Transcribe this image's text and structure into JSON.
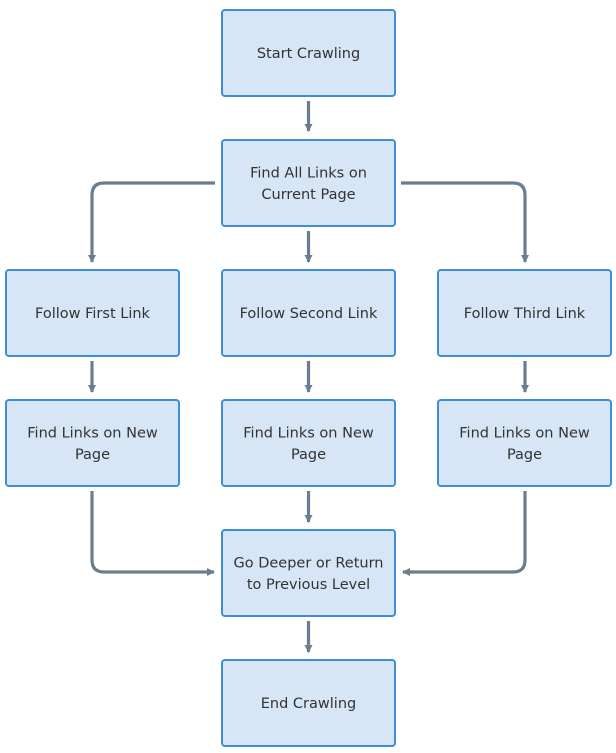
{
  "colors": {
    "box_fill": "#d6e6f6",
    "box_stroke": "#3e8fd6",
    "text": "#333333",
    "arrow": "#6a7e91"
  },
  "nodes": {
    "start": {
      "lines": [
        "Start Crawling"
      ]
    },
    "find_all": {
      "lines": [
        "Find All Links on",
        "Current Page"
      ]
    },
    "follow_first": {
      "lines": [
        "Follow First Link"
      ]
    },
    "follow_second": {
      "lines": [
        "Follow Second Link"
      ]
    },
    "follow_third": {
      "lines": [
        "Follow Third Link"
      ]
    },
    "find_new_1": {
      "lines": [
        "Find Links on New",
        "Page"
      ]
    },
    "find_new_2": {
      "lines": [
        "Find Links on New",
        "Page"
      ]
    },
    "find_new_3": {
      "lines": [
        "Find Links on New",
        "Page"
      ]
    },
    "go_deeper": {
      "lines": [
        "Go Deeper or Return",
        "to Previous Level"
      ]
    },
    "end": {
      "lines": [
        "End Crawling"
      ]
    }
  },
  "edges": [
    {
      "from": "start",
      "to": "find_all"
    },
    {
      "from": "find_all",
      "to": "follow_first"
    },
    {
      "from": "find_all",
      "to": "follow_second"
    },
    {
      "from": "find_all",
      "to": "follow_third"
    },
    {
      "from": "follow_first",
      "to": "find_new_1"
    },
    {
      "from": "follow_second",
      "to": "find_new_2"
    },
    {
      "from": "follow_third",
      "to": "find_new_3"
    },
    {
      "from": "find_new_1",
      "to": "go_deeper"
    },
    {
      "from": "find_new_2",
      "to": "go_deeper"
    },
    {
      "from": "find_new_3",
      "to": "go_deeper"
    },
    {
      "from": "go_deeper",
      "to": "end"
    }
  ]
}
